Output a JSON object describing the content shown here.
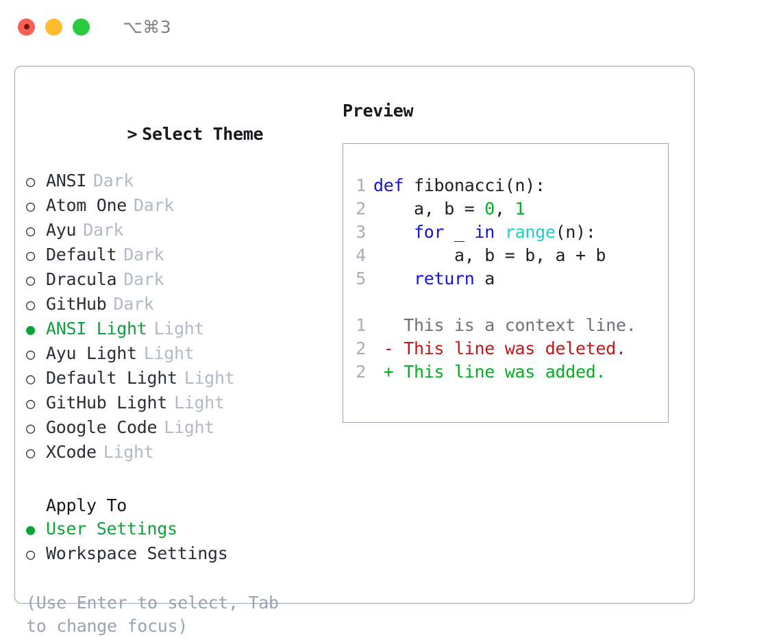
{
  "window": {
    "shortcut": "⌥⌘3",
    "traffic_lights": [
      "close-red",
      "minimize-yellow",
      "maximize-green"
    ]
  },
  "theme_picker": {
    "caret": ">",
    "title": "Select Theme",
    "marker_selected": "●",
    "marker_unselected": "○",
    "accent_color": "#0aa43a",
    "items": [
      {
        "name": "ANSI",
        "badge": "Dark",
        "selected": false
      },
      {
        "name": "Atom One",
        "badge": "Dark",
        "selected": false
      },
      {
        "name": "Ayu",
        "badge": "Dark",
        "selected": false
      },
      {
        "name": "Default",
        "badge": "Dark",
        "selected": false
      },
      {
        "name": "Dracula",
        "badge": "Dark",
        "selected": false
      },
      {
        "name": "GitHub",
        "badge": "Dark",
        "selected": false
      },
      {
        "name": "ANSI Light",
        "badge": "Light",
        "selected": true
      },
      {
        "name": "Ayu Light",
        "badge": "Light",
        "selected": false
      },
      {
        "name": "Default Light",
        "badge": "Light",
        "selected": false
      },
      {
        "name": "GitHub Light",
        "badge": "Light",
        "selected": false
      },
      {
        "name": "Google Code",
        "badge": "Light",
        "selected": false
      },
      {
        "name": "XCode",
        "badge": "Light",
        "selected": false
      }
    ]
  },
  "apply_to": {
    "label": "Apply To",
    "items": [
      {
        "name": "User Settings",
        "selected": true
      },
      {
        "name": "Workspace Settings",
        "selected": false
      }
    ]
  },
  "hint": "(Use Enter to select, Tab to change focus)",
  "preview": {
    "title": "Preview",
    "code_lines": [
      {
        "ln": "1",
        "tokens": [
          {
            "t": "def",
            "c": "kw"
          },
          {
            "t": " fibonacci(n):",
            "c": "plain"
          }
        ]
      },
      {
        "ln": "2",
        "tokens": [
          {
            "t": "    a, b = ",
            "c": "plain"
          },
          {
            "t": "0",
            "c": "num"
          },
          {
            "t": ", ",
            "c": "plain"
          },
          {
            "t": "1",
            "c": "num"
          }
        ]
      },
      {
        "ln": "3",
        "tokens": [
          {
            "t": "    ",
            "c": "plain"
          },
          {
            "t": "for",
            "c": "kw"
          },
          {
            "t": " _ ",
            "c": "plain"
          },
          {
            "t": "in",
            "c": "kw"
          },
          {
            "t": " ",
            "c": "plain"
          },
          {
            "t": "range",
            "c": "fn"
          },
          {
            "t": "(n):",
            "c": "plain"
          }
        ]
      },
      {
        "ln": "4",
        "tokens": [
          {
            "t": "        a, b = b, a + b",
            "c": "plain"
          }
        ]
      },
      {
        "ln": "5",
        "tokens": [
          {
            "t": "    ",
            "c": "plain"
          },
          {
            "t": "return",
            "c": "kw"
          },
          {
            "t": " a",
            "c": "plain"
          }
        ]
      }
    ],
    "diff_lines": [
      {
        "ln": "1",
        "marker": " ",
        "text": "This is a context line.",
        "kind": "ctx"
      },
      {
        "ln": "2",
        "marker": "-",
        "text": "This line was deleted.",
        "kind": "del"
      },
      {
        "ln": "2",
        "marker": "+",
        "text": "This line was added.",
        "kind": "add"
      }
    ]
  }
}
